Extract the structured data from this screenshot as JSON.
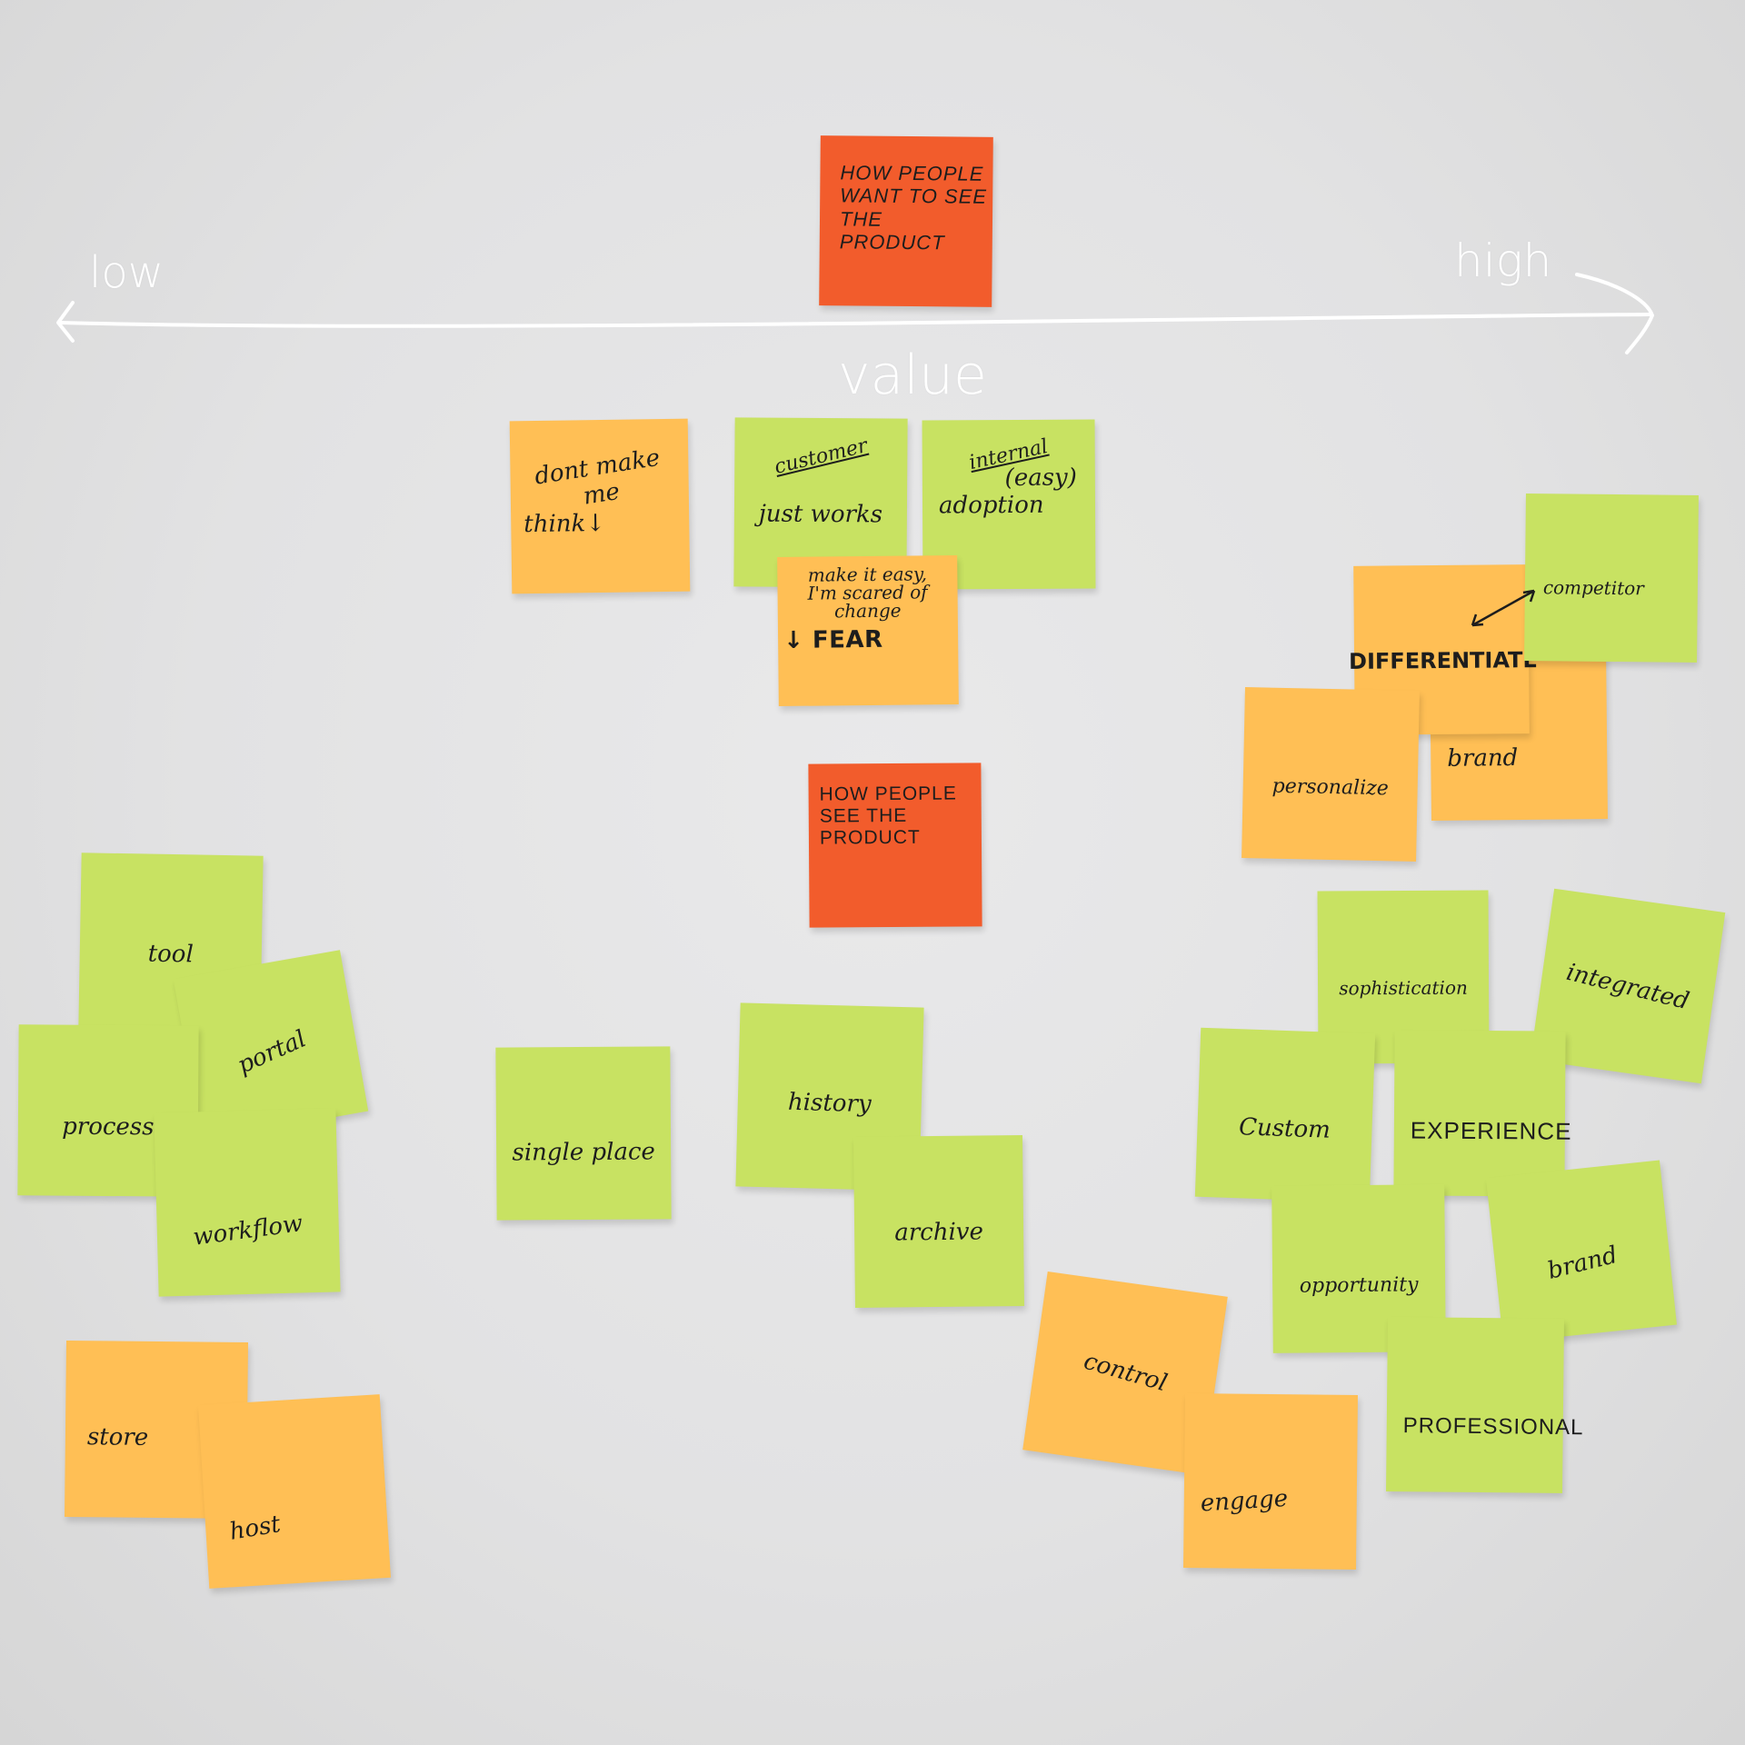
{
  "axis": {
    "low": "low",
    "high": "high",
    "label": "value",
    "color": "#ffffff"
  },
  "colors": {
    "green": "#c8e262",
    "orange": "#ffbf55",
    "red": "#f25c2c",
    "wall": "#e4e4e5"
  },
  "notes": {
    "want_to_see": "HOW PEOPLE\nWANT TO SEE\nTHE PRODUCT",
    "dont_make_me": "dont make\nme",
    "think": "think↓",
    "customer": "customer",
    "just_works": "just works",
    "internal": "internal",
    "easy": "(easy)",
    "adoption": "adoption",
    "make_it_easy": "make it easy,\nI'm scared of\nchange",
    "fear": "↓ FEAR",
    "see_product": "HOW PEOPLE\nSEE THE PRODUCT",
    "competitor": "competitor",
    "differentiate": "DIFFERENTIATE",
    "brand_orange": "brand",
    "personalize": "personalize",
    "tool": "tool",
    "portal": "portal",
    "process": "process",
    "workflow": "workflow",
    "single_place": "single place",
    "history": "history",
    "archive": "archive",
    "sophistication": "sophistication",
    "integrated": "integrated",
    "custom": "Custom",
    "experience": "EXPERIENCE",
    "opportunity": "opportunity",
    "brand_green": "brand",
    "professional": "PROFESSIONAL",
    "store": "store",
    "host": "host",
    "control": "control",
    "engage": "engage"
  }
}
